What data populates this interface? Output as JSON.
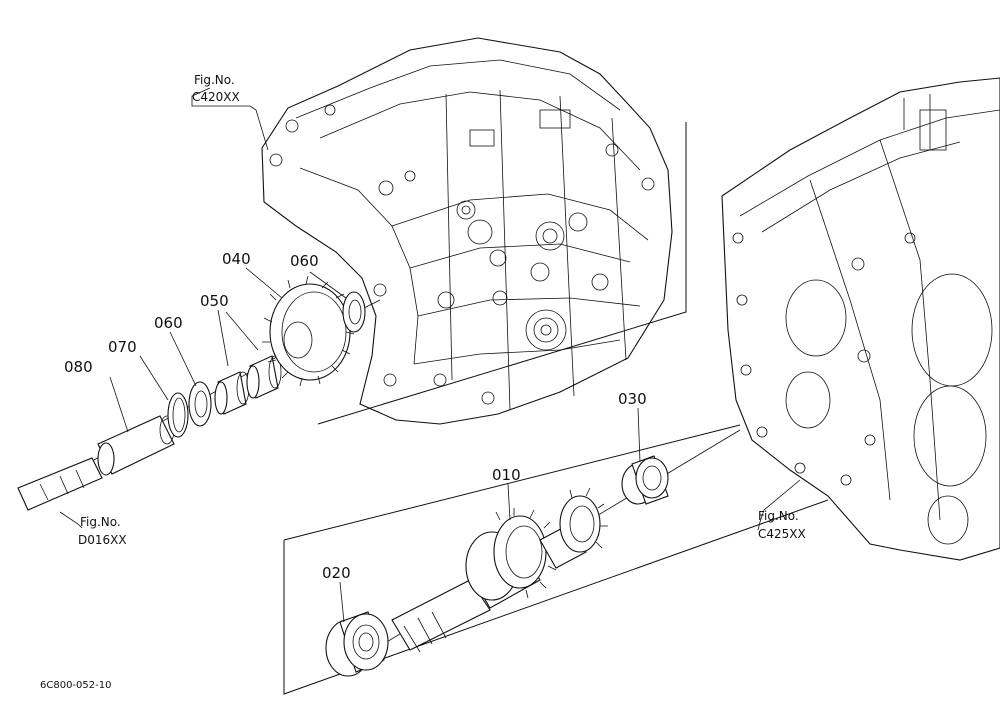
{
  "parts": {
    "p010": "010",
    "p020": "020",
    "p030": "030",
    "p040": "040",
    "p050": "050",
    "p060a": "060",
    "p060b": "060",
    "p070": "070",
    "p080": "080"
  },
  "figure_refs": {
    "top_line1": "Fig.No.",
    "top_line2": "C420XX",
    "right_line1": "Fig.No.",
    "right_line2": "C425XX",
    "left_line1": "Fig.No.",
    "left_line2": "D016XX"
  },
  "drawing_code": "6C800-052-10"
}
